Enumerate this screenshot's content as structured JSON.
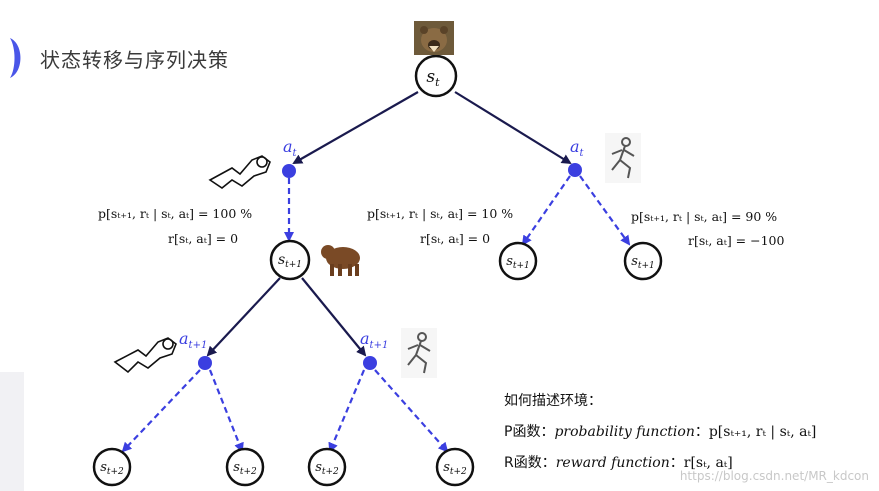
{
  "title": "状态转移与序列决策",
  "nodes": {
    "s_root": "s",
    "s_root_sub": "t",
    "s_next": "s",
    "s_next_sub": "t+1",
    "s_right1": "s",
    "s_right1_sub": "t+1",
    "s_right2": "s",
    "s_right2_sub": "t+1",
    "s_leaf1": "s",
    "s_leaf1_sub": "t+2",
    "s_leaf2": "s",
    "s_leaf2_sub": "t+2",
    "s_leaf3": "s",
    "s_leaf3_sub": "t+2",
    "s_leaf4": "s",
    "s_leaf4_sub": "t+2"
  },
  "actions": {
    "a_left": "a",
    "a_left_sub": "t",
    "a_right": "a",
    "a_right_sub": "t",
    "a_l2": "a",
    "a_l2_sub": "t+1",
    "a_r2": "a",
    "a_r2_sub": "t+1"
  },
  "notes": {
    "left_p": "p[sₜ₊₁, rₜ | sₜ, aₜ] = 100 %",
    "left_r": "r[sₜ, aₜ] = 0",
    "mid_p": "p[sₜ₊₁, rₜ | sₜ, aₜ] = 10 %",
    "mid_r": "r[sₜ, aₜ] = 0",
    "right_p": "p[sₜ₊₁, rₜ | sₜ, aₜ] = 90 %",
    "right_r": "r[sₜ, aₜ] = −100"
  },
  "legend": {
    "heading": "如何描述环境：",
    "p_label": "P函数：",
    "p_name": "probability function",
    "p_formula": "：p[sₜ₊₁, rₜ | sₜ, aₜ]",
    "r_label": "R函数：",
    "r_name": "reward function",
    "r_formula": "：r[sₜ, aₜ]"
  },
  "watermark": "https://blog.csdn.net/MR_kdcon",
  "colors": {
    "solid_edge": "#1a1a4e",
    "dashed_edge": "#3b3fe0",
    "action_dot": "#3b3fe0"
  }
}
